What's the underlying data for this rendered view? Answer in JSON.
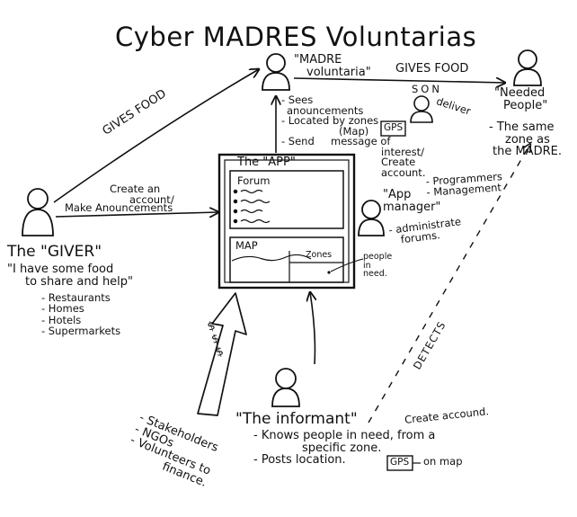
{
  "title": "Cyber MADRES Voluntarias",
  "madre": {
    "name": "\"MADRE voluntaria\"",
    "line1": "\"MADRE",
    "line2": "voluntaria\""
  },
  "son": {
    "label": "SON",
    "deliver": "deliver"
  },
  "needed": {
    "line1": "\"Needed",
    "line2": "People\"",
    "zone": [
      "- The same",
      "zone as",
      "the MADRE."
    ]
  },
  "giver": {
    "name": "The \"GIVER\"",
    "quote1": "\"I have some food",
    "quote2": "to share and help\"",
    "items": [
      "- Restaurants",
      "- Homes",
      "- Hotels",
      "- Supermarkets"
    ]
  },
  "arrows": {
    "gives_food_1": "GIVES FOOD",
    "gives_food_2": "GIVES FOOD",
    "create_account": [
      "Create an",
      "account/"
    ],
    "make_announcements": "Make Anouncements",
    "detects": "DETECTS",
    "money": [
      "$",
      "$",
      "$"
    ]
  },
  "madre_actions": [
    "- Sees",
    "anouncements",
    "- Located by zones",
    "(Map)",
    "- Send",
    "message of",
    "interest/",
    "Create",
    "account."
  ],
  "gps": "GPS",
  "app": {
    "title": "The \"APP\"",
    "forum": "Forum",
    "map": "MAP",
    "zones": "Zones",
    "people_in_need": [
      "people",
      "in",
      "need."
    ]
  },
  "manager": {
    "name": [
      "\"App",
      "manager\""
    ],
    "roles": [
      "- Programmers",
      "- Management"
    ],
    "admin": [
      "- administrate",
      "forums."
    ]
  },
  "stakeholders": [
    "- Stakeholders",
    "- NGOs",
    "- Volunteers to",
    "finance."
  ],
  "informant": {
    "name": "\"The informant\"",
    "create": "Create accound.",
    "lines": [
      "- Knows people in need, from a",
      "specific zone.",
      "- Posts location."
    ],
    "on_map": "on map"
  }
}
